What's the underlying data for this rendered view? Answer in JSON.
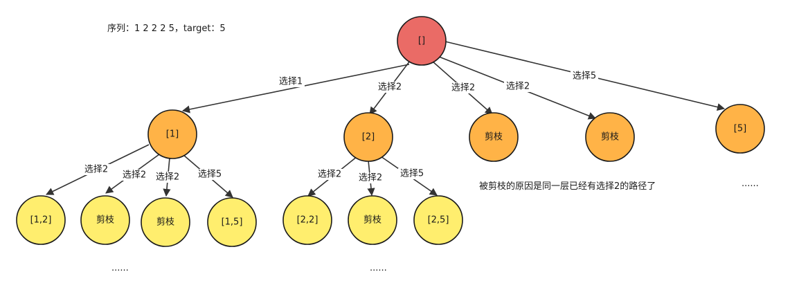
{
  "header": {
    "sequence_text": "序列：1 2 2 2 5，target：5"
  },
  "note": {
    "prune_reason": "被剪枝的原因是同一层已经有选择2的路径了"
  },
  "ellipsis": "......",
  "colors": {
    "root": "#EA6B66",
    "level1": "#FFB347",
    "level2": "#FFEE6E",
    "edge": "#333333"
  },
  "nodes": {
    "root": "[]",
    "n1": "[1]",
    "n2": "[2]",
    "p1": "剪枝",
    "p2": "剪枝",
    "n5": "[5]",
    "n12": "[1,2]",
    "p3": "剪枝",
    "p4": "剪枝",
    "n15": "[1,5]",
    "n22": "[2,2]",
    "p5": "剪枝",
    "n25": "[2,5]"
  },
  "edges": {
    "e1": "选择1",
    "e2": "选择2",
    "e3": "选择2",
    "e4": "选择2",
    "e5": "选择5",
    "e6": "选择2",
    "e7": "选择2",
    "e8": "选择2",
    "e9": "选择5",
    "e10": "选择2",
    "e11": "选择2",
    "e12": "选择5"
  }
}
